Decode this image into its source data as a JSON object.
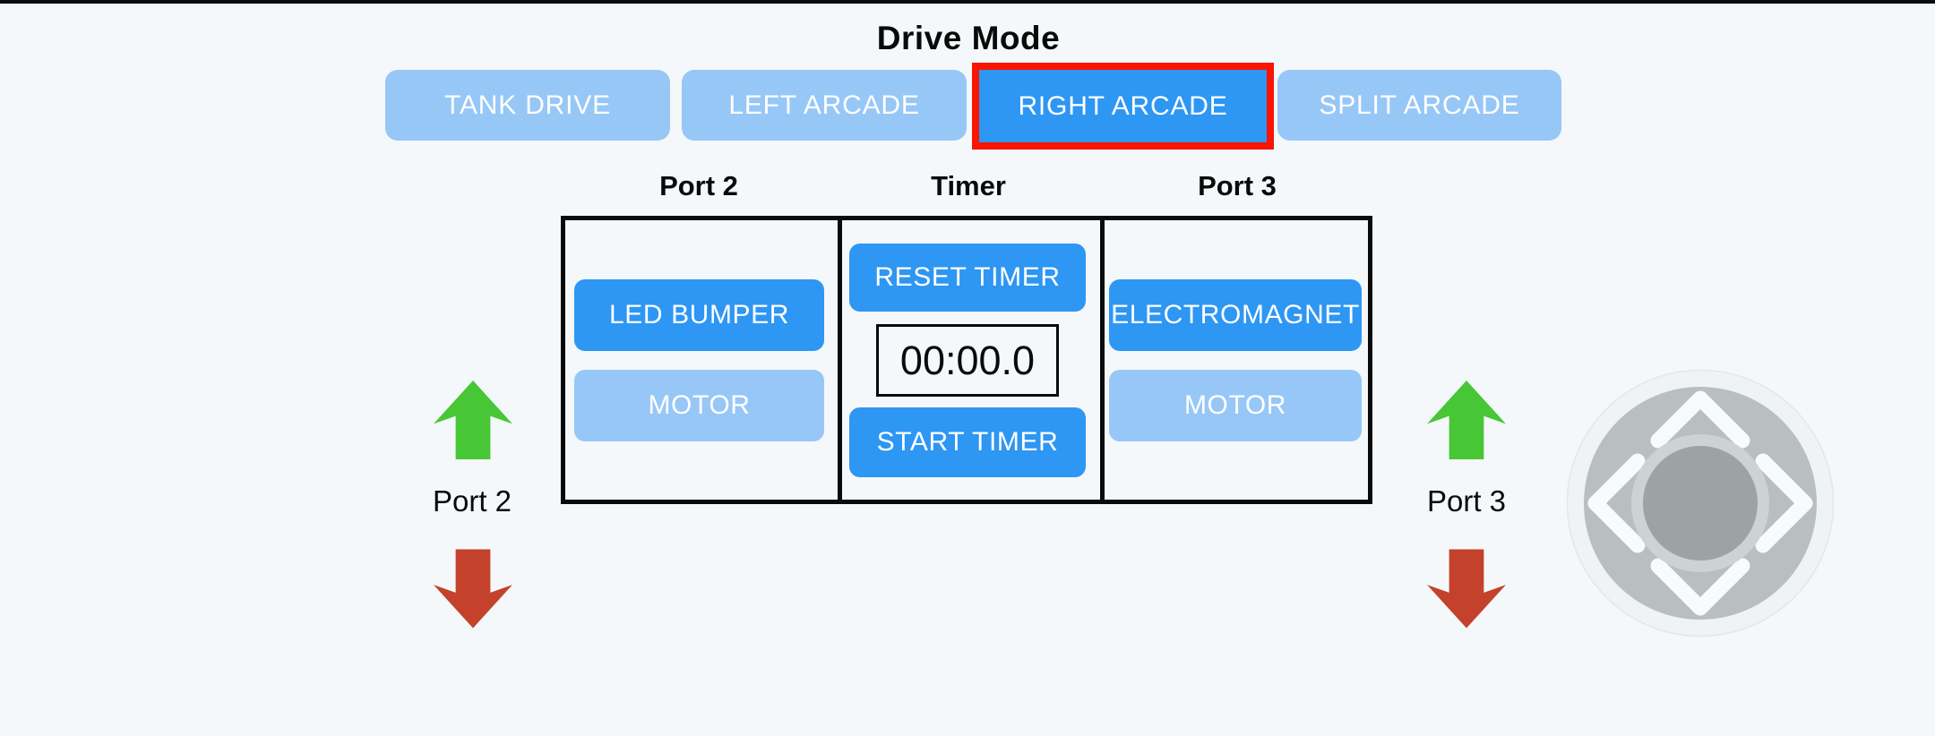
{
  "window": {
    "background_color": "#f4f8fa",
    "top_border_color": "#0b0b0b"
  },
  "drive_mode": {
    "title": "Drive Mode",
    "buttons": [
      {
        "label": "TANK DRIVE",
        "active": false
      },
      {
        "label": "LEFT ARCADE",
        "active": false
      },
      {
        "label": "RIGHT ARCADE",
        "active": true,
        "highlighted": true
      },
      {
        "label": "SPLIT ARCADE",
        "active": false
      }
    ],
    "active_color": "#2e96f3",
    "inactive_color": "#97c7f6",
    "highlight_border_color": "#fb1400"
  },
  "control_panel": {
    "columns": [
      {
        "header": "Port 2",
        "buttons": [
          {
            "label": "LED BUMPER",
            "active": true
          },
          {
            "label": "MOTOR",
            "active": false
          }
        ]
      },
      {
        "header": "Timer",
        "buttons": [
          {
            "label": "RESET TIMER",
            "active": true
          },
          {
            "label": "START TIMER",
            "active": true
          }
        ],
        "display_value": "00:00.0"
      },
      {
        "header": "Port 3",
        "buttons": [
          {
            "label": "ELECTROMAGNET",
            "active": true
          },
          {
            "label": "MOTOR",
            "active": false
          }
        ]
      }
    ]
  },
  "port_indicators": [
    {
      "label": "Port 2",
      "up_arrow_color": "#47c636",
      "down_arrow_color": "#c4422b"
    },
    {
      "label": "Port 3",
      "up_arrow_color": "#47c636",
      "down_arrow_color": "#c4422b"
    }
  ],
  "joystick": {
    "base_color": "#eff3f5",
    "pad_color": "#b9bec1",
    "ring_color": "#cdd2d4",
    "knob_color": "#9da2a4",
    "chevron_color": "#f8fbfc"
  }
}
